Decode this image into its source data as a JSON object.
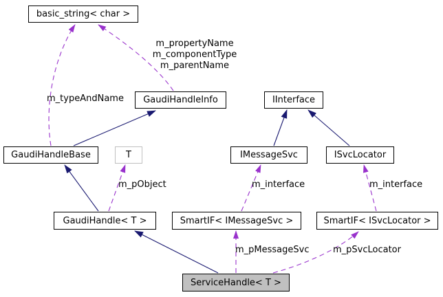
{
  "diagram": {
    "type": "class-collaboration-graph",
    "colors": {
      "inheritance": "#191970",
      "usage": "#9932cc",
      "highlight_fill": "#c0c0c0",
      "box_border": "#000000",
      "template_param_border": "#bfbfbf",
      "background": "#ffffff"
    },
    "nodes": {
      "basic_string": {
        "label": "basic_string< char >"
      },
      "gaudi_handle_info": {
        "label": "GaudiHandleInfo"
      },
      "iinterface": {
        "label": "IInterface"
      },
      "gaudi_handle_base": {
        "label": "GaudiHandleBase"
      },
      "template_t": {
        "label": "T"
      },
      "imessage_svc": {
        "label": "IMessageSvc"
      },
      "isvc_locator": {
        "label": "ISvcLocator"
      },
      "gaudi_handle": {
        "label": "GaudiHandle< T >"
      },
      "smartif_imessage": {
        "label": "SmartIF< IMessageSvc >"
      },
      "smartif_isvc": {
        "label": "SmartIF< ISvcLocator >"
      },
      "service_handle": {
        "label": "ServiceHandle< T >"
      }
    },
    "edge_labels": {
      "info_to_basic_string": "m_propertyName\nm_componentType\nm_parentName",
      "base_to_basic_string": "m_typeAndName",
      "handle_to_t": "m_pObject",
      "smartif_imessage_to_imessage": "m_interface",
      "smartif_isvc_to_isvc": "m_interface",
      "service_to_smartif_imessage": "m_pMessageSvc",
      "service_to_smartif_isvc": "m_pSvcLocator"
    },
    "edges": [
      {
        "from": "gaudi_handle_base",
        "to": "gaudi_handle_info",
        "relation": "inheritance",
        "label": ""
      },
      {
        "from": "gaudi_handle",
        "to": "gaudi_handle_base",
        "relation": "inheritance",
        "label": ""
      },
      {
        "from": "service_handle",
        "to": "gaudi_handle",
        "relation": "inheritance",
        "label": ""
      },
      {
        "from": "imessage_svc",
        "to": "iinterface",
        "relation": "inheritance",
        "label": ""
      },
      {
        "from": "isvc_locator",
        "to": "iinterface",
        "relation": "inheritance",
        "label": ""
      },
      {
        "from": "gaudi_handle_base",
        "to": "basic_string",
        "relation": "usage",
        "label": "m_typeAndName"
      },
      {
        "from": "gaudi_handle_info",
        "to": "basic_string",
        "relation": "usage",
        "label": "m_propertyName m_componentType m_parentName"
      },
      {
        "from": "gaudi_handle",
        "to": "template_t",
        "relation": "usage",
        "label": "m_pObject"
      },
      {
        "from": "smartif_imessage",
        "to": "imessage_svc",
        "relation": "usage",
        "label": "m_interface"
      },
      {
        "from": "smartif_isvc",
        "to": "isvc_locator",
        "relation": "usage",
        "label": "m_interface"
      },
      {
        "from": "service_handle",
        "to": "smartif_imessage",
        "relation": "usage",
        "label": "m_pMessageSvc"
      },
      {
        "from": "service_handle",
        "to": "smartif_isvc",
        "relation": "usage",
        "label": "m_pSvcLocator"
      }
    ]
  }
}
